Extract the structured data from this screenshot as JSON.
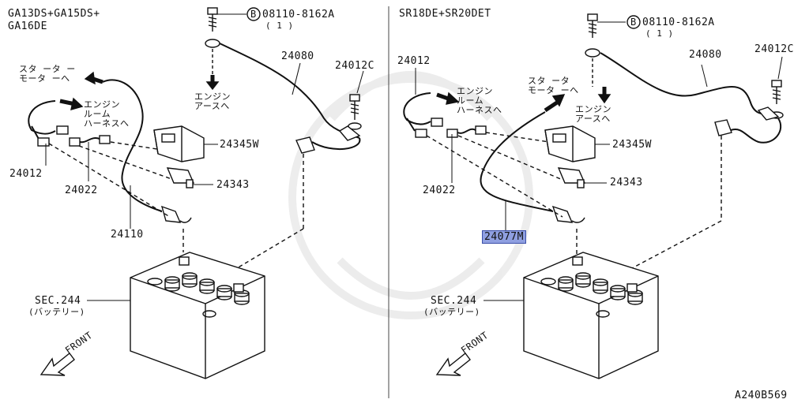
{
  "left": {
    "title_line1": "GA13DS+GA15DS+",
    "title_line2": "GA16DE",
    "bolt_code": "08110-8162A",
    "bolt_qty": "( 1 )",
    "bolt_marker": "B",
    "engine_earth": "エンジン\nアースへ",
    "starter_motor": "スタ ータ ー\nモータ ーへ",
    "engine_room_harness": "エンジン\nルーム\nハーネスへ",
    "parts": {
      "p24080": "24080",
      "p24012C": "24012C",
      "p24345W": "24345W",
      "p24343": "24343",
      "p24012": "24012",
      "p24022": "24022",
      "p24110": "24110"
    },
    "sec": "SEC.244",
    "battery": "(バッテリー)",
    "front": "FRONT"
  },
  "right": {
    "title": "SR18DE+SR20DET",
    "bolt_code": "08110-8162A",
    "bolt_qty": "( 1 )",
    "bolt_marker": "B",
    "engine_earth": "エンジン\nアースへ",
    "starter_motor": "スタ ータ\nモータ ーへ",
    "engine_room_harness": "エンジン\nルーム\nハーネスへ",
    "parts": {
      "p24080": "24080",
      "p24012C": "24012C",
      "p24345W": "24345W",
      "p24343": "24343",
      "p24012": "24012",
      "p24022": "24022",
      "p24077M": "24077M"
    },
    "sec": "SEC.244",
    "battery": "(バッテリー)",
    "front": "FRONT"
  },
  "diagram_code": "A240B569",
  "highlight_color": "#8f9fe0"
}
